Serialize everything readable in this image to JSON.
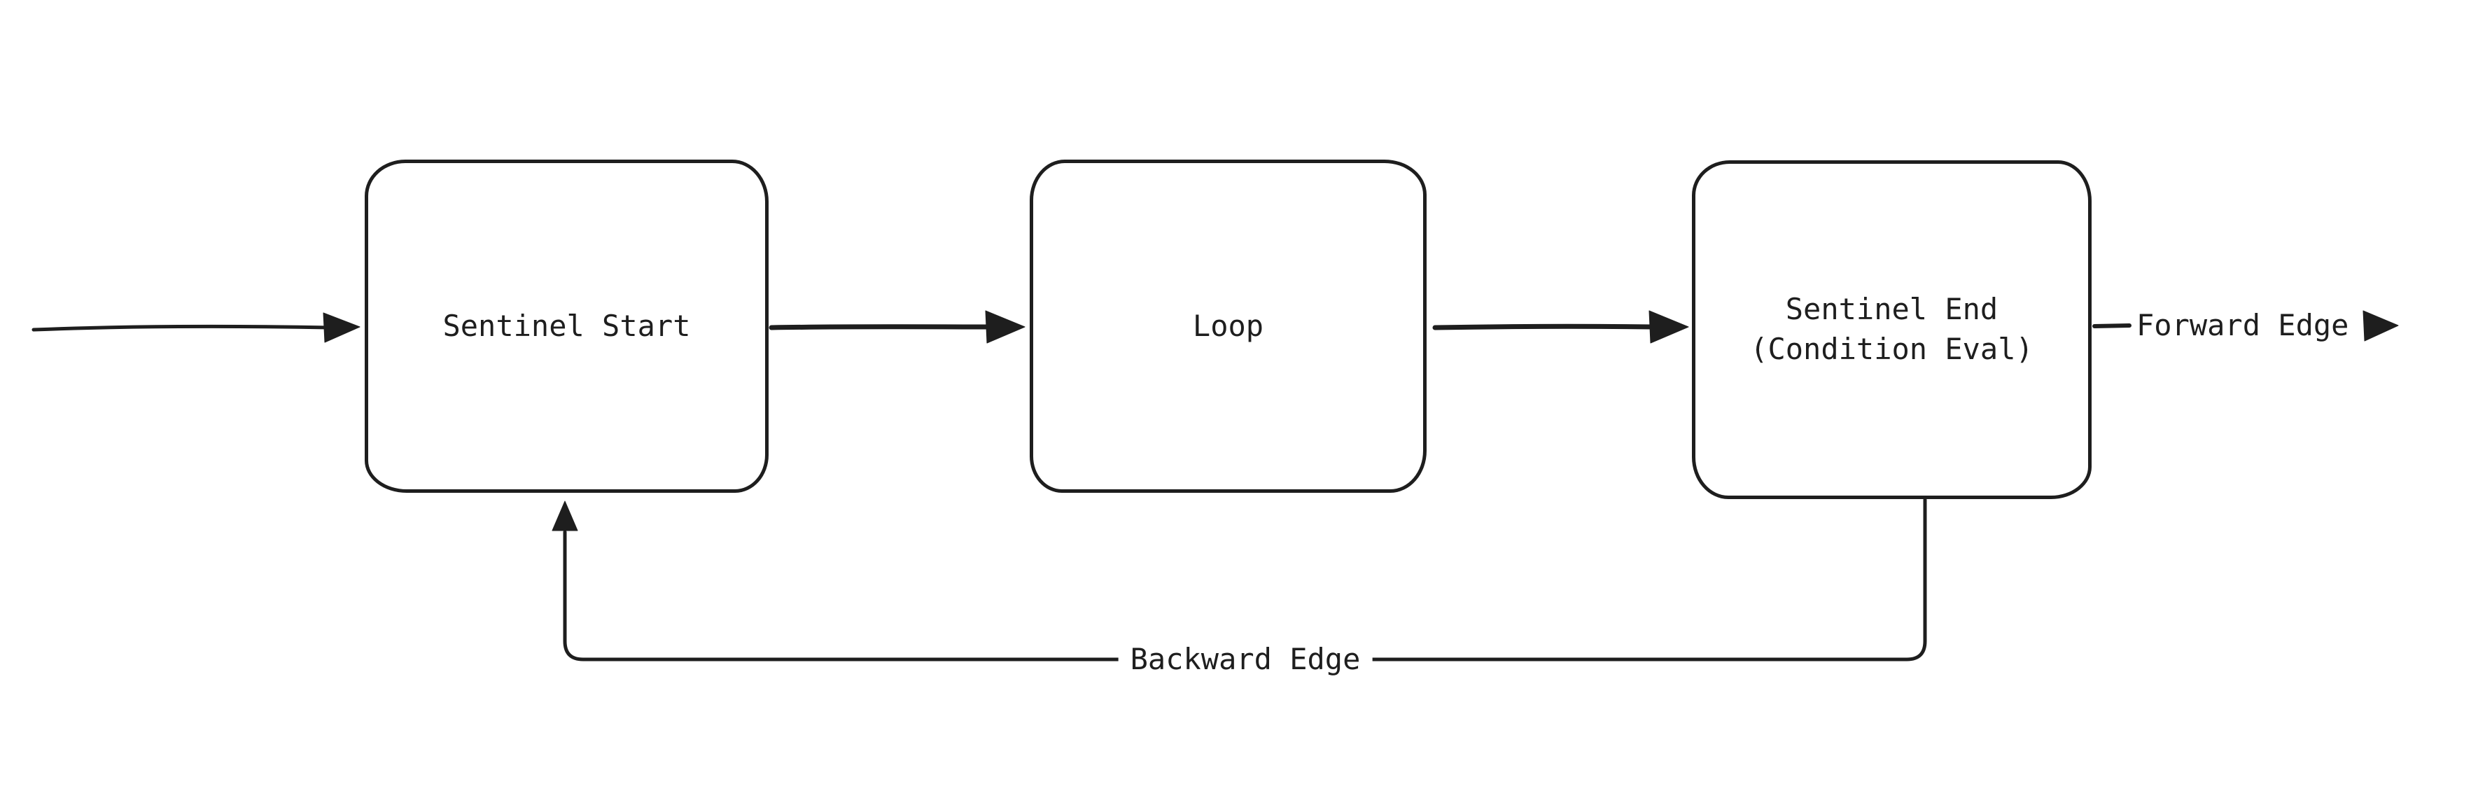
{
  "diagram": {
    "colors": {
      "stroke": "#1e1e1e",
      "background": "#ffffff"
    },
    "nodes": [
      {
        "label": "Sentinel Start"
      },
      {
        "label": "Loop"
      },
      {
        "label": "Sentinel End\n(Condition Eval)"
      }
    ],
    "edge_labels": {
      "forward": "Forward Edge",
      "backward": "Backward Edge"
    }
  }
}
